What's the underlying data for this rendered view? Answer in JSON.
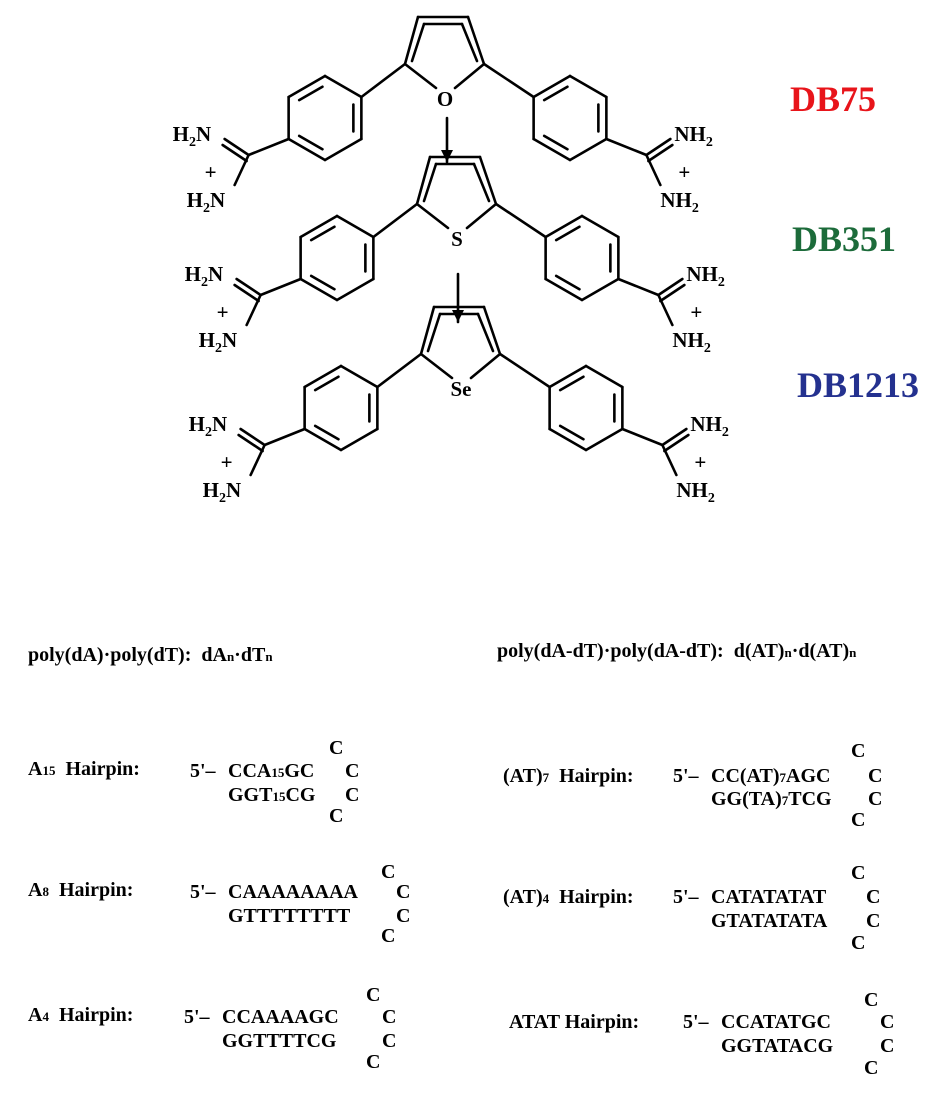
{
  "compounds": [
    {
      "name": "DB75",
      "color": "#e8141a",
      "heteroatom": "O",
      "heteroatom_color": "#e8141a"
    },
    {
      "name": "DB351",
      "color": "#1c6b3a",
      "heteroatom": "S",
      "heteroatom_color": "#1d8a3c"
    },
    {
      "name": "DB1213",
      "color": "#24318f",
      "heteroatom": "Se",
      "heteroatom_color": "#24318f"
    }
  ],
  "amidine": {
    "h2n": "H",
    "n": "N",
    "nh2": "NH",
    "two": "2",
    "plus": "+"
  },
  "sequences": {
    "polyA": {
      "label": "poly(dA)·poly(dT):",
      "formula_a": "dA",
      "n1": "n",
      "dot": "·",
      "formula_b": "dT",
      "n2": "n"
    },
    "polyAT": {
      "label": "poly(dA-dT)·poly(dA-dT):",
      "formula_a": "d(AT)",
      "n1": "n",
      "dot": "·",
      "formula_b": "d(AT)",
      "n2": "n"
    },
    "a15": {
      "label_main": "A",
      "label_sub": "15",
      "label_tail": "Hairpin:",
      "five": "5'–",
      "top_a": "CCA",
      "top_sub": "15",
      "top_b": "GC",
      "bot_a": "GGT",
      "bot_sub": "15",
      "bot_b": "CG",
      "loop": "C"
    },
    "at7": {
      "label_main": "(AT)",
      "label_sub": "7",
      "label_tail": "Hairpin:",
      "five": "5'–",
      "top_a": "CC(AT)",
      "top_sub": "7",
      "top_b": "AGC",
      "bot_a": "GG(TA)",
      "bot_sub": "7",
      "bot_b": "TCG",
      "loop": "C"
    },
    "a8": {
      "label_main": "A",
      "label_sub": "8",
      "label_tail": "Hairpin:",
      "five": "5'–",
      "top": "CAAAAAAAA",
      "bot": "GTTTTTTTT",
      "loop": "C"
    },
    "at4": {
      "label_main": "(AT)",
      "label_sub": "4",
      "label_tail": "Hairpin:",
      "five": "5'–",
      "top": "CATATATAT",
      "bot": "GTATATATA",
      "loop": "C"
    },
    "a4": {
      "label_main": "A",
      "label_sub": "4",
      "label_tail": "Hairpin:",
      "five": "5'–",
      "top": "CCAAAAGC",
      "bot": "GGTTTTCG",
      "loop": "C"
    },
    "atat": {
      "label": "ATAT  Hairpin:",
      "five": "5'–",
      "top": "CCATATGC",
      "bot": "GGTATACG",
      "loop": "C"
    }
  }
}
